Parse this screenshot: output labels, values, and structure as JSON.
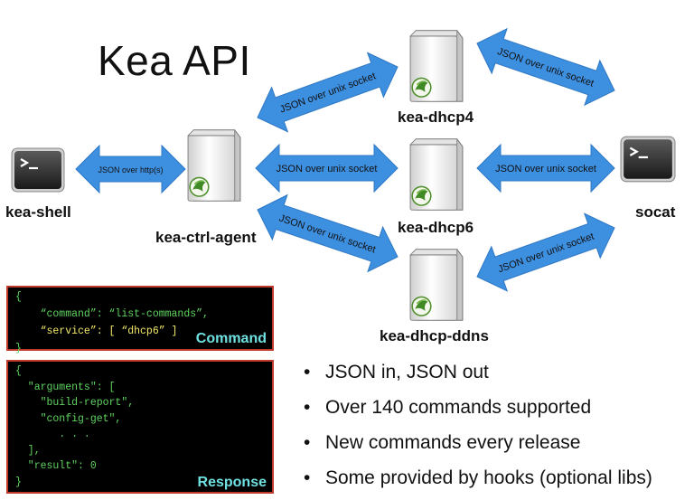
{
  "title": "Kea API",
  "nodes": {
    "shell": "kea-shell",
    "ctrl_agent": "kea-ctrl-agent",
    "dhcp4": "kea-dhcp4",
    "dhcp6": "kea-dhcp6",
    "ddns": "kea-dhcp-ddns",
    "socat": "socat"
  },
  "arrows": {
    "shell_agent": "JSON over http(s)",
    "agent_dhcp4": "JSON over unix socket",
    "agent_dhcp6": "JSON over unix socket",
    "agent_ddns": "JSON over unix socket",
    "dhcp4_socat": "JSON over unix socket",
    "dhcp6_socat": "JSON over unix socket",
    "ddns_socat": "JSON over unix socket"
  },
  "command_box": {
    "label": "Command",
    "lines": [
      "{",
      "    “command”: “list-commands”,",
      "    “service”: [ “dhcp6” ]",
      "}"
    ]
  },
  "response_box": {
    "label": "Response",
    "lines": [
      "{",
      "  \"arguments\": [",
      "    \"build-report\",",
      "    \"config-get\",",
      "       . . .",
      "  ],",
      "  \"result\": 0",
      "}"
    ]
  },
  "bullets": [
    "JSON in, JSON out",
    "Over 140 commands supported",
    "New commands every release",
    "Some provided by hooks (optional libs)"
  ],
  "colors": {
    "arrow": "#3d8fe0",
    "box_border": "#c0392b",
    "code_green": "#5fd35f",
    "code_yellow": "#f3e96a",
    "box_label": "#6fe1e1"
  },
  "icons": {
    "terminal": "terminal-icon",
    "server": "server-icon",
    "kea_logo": "kea-logo-icon"
  }
}
